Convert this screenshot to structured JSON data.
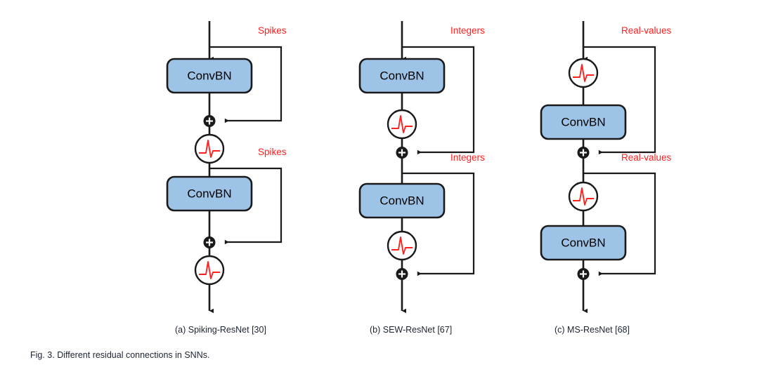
{
  "figure": {
    "caption": "Fig. 3. Different residual connections in SNNs.",
    "background_color": "#ffffff",
    "block_fill_color": "#9dc3e6",
    "block_stroke_color": "#1a1a1a",
    "skip_label_color": "#ff2020",
    "wire_color": "#1a1a1a",
    "spike_color": "#ff2020"
  },
  "panels": [
    {
      "id": "a",
      "subcaption": "(a) Spiking-ResNet [30]",
      "skip_labels": [
        "Spikes",
        "Spikes"
      ],
      "blocks": [
        {
          "type": "convbn",
          "label": "ConvBN"
        },
        {
          "type": "adder",
          "label": "+"
        },
        {
          "type": "spiking-neuron",
          "label": ""
        },
        {
          "type": "convbn",
          "label": "ConvBN"
        },
        {
          "type": "adder",
          "label": "+"
        },
        {
          "type": "spiking-neuron",
          "label": ""
        }
      ]
    },
    {
      "id": "b",
      "subcaption": "(b) SEW-ResNet [67]",
      "skip_labels": [
        "Integers",
        "Integers"
      ],
      "blocks": [
        {
          "type": "convbn",
          "label": "ConvBN"
        },
        {
          "type": "spiking-neuron",
          "label": ""
        },
        {
          "type": "adder",
          "label": "+"
        },
        {
          "type": "convbn",
          "label": "ConvBN"
        },
        {
          "type": "spiking-neuron",
          "label": ""
        },
        {
          "type": "adder",
          "label": "+"
        }
      ]
    },
    {
      "id": "c",
      "subcaption": "(c) MS-ResNet [68]",
      "skip_labels": [
        "Real-values",
        "Real-values"
      ],
      "blocks": [
        {
          "type": "spiking-neuron",
          "label": ""
        },
        {
          "type": "convbn",
          "label": "ConvBN"
        },
        {
          "type": "adder",
          "label": "+"
        },
        {
          "type": "spiking-neuron",
          "label": ""
        },
        {
          "type": "convbn",
          "label": "ConvBN"
        },
        {
          "type": "adder",
          "label": "+"
        }
      ]
    }
  ],
  "panel_block_text": {
    "convbn": "ConvBN"
  }
}
